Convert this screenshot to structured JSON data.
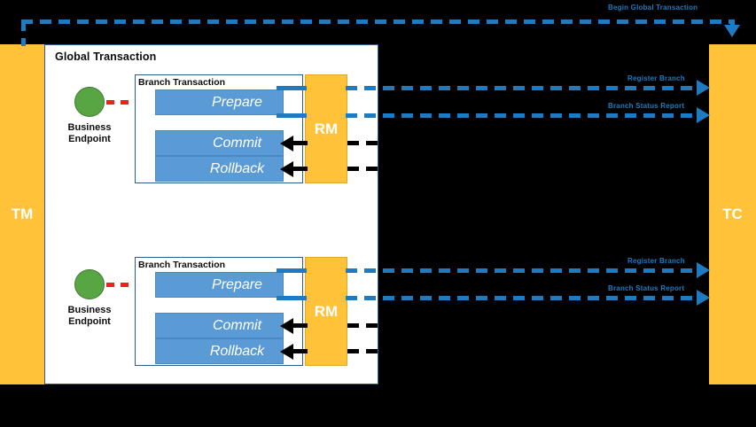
{
  "diagram": {
    "title": "Global Transaction",
    "actors": {
      "tm": {
        "label": "TM",
        "color": "#FFC239"
      },
      "tc": {
        "label": "TC",
        "color": "#FFC239"
      }
    },
    "messages": {
      "begin_global_transaction": "Begin Global Transaction",
      "register_branch": "Register Branch",
      "branch_status_report": "Branch Status Report"
    },
    "colors": {
      "background": "#000000",
      "panel": "#FFFFFF",
      "panel_border": "#2E5C8A",
      "operation_block": "#5B9BD5",
      "actor_orange": "#FFC239",
      "endpoint_green": "#58A544",
      "blue_flow": "#1F7BC1",
      "red_flow": "#F02020",
      "black_flow": "#000000"
    },
    "branches": [
      {
        "title": "Branch Transaction",
        "endpoint": {
          "label_line1": "Business",
          "label_line2": "Endpoint",
          "icon": "green-circle-icon"
        },
        "resource_manager": "RM",
        "operations": [
          {
            "name": "Prepare"
          },
          {
            "name": "Commit"
          },
          {
            "name": "Rollback"
          }
        ],
        "outbound_messages": [
          "Register Branch",
          "Branch Status Report"
        ]
      },
      {
        "title": "Branch Transaction",
        "endpoint": {
          "label_line1": "Business",
          "label_line2": "Endpoint",
          "icon": "green-circle-icon"
        },
        "resource_manager": "RM",
        "operations": [
          {
            "name": "Prepare"
          },
          {
            "name": "Commit"
          },
          {
            "name": "Rollback"
          }
        ],
        "outbound_messages": [
          "Register Branch",
          "Branch Status Report"
        ]
      }
    ]
  }
}
